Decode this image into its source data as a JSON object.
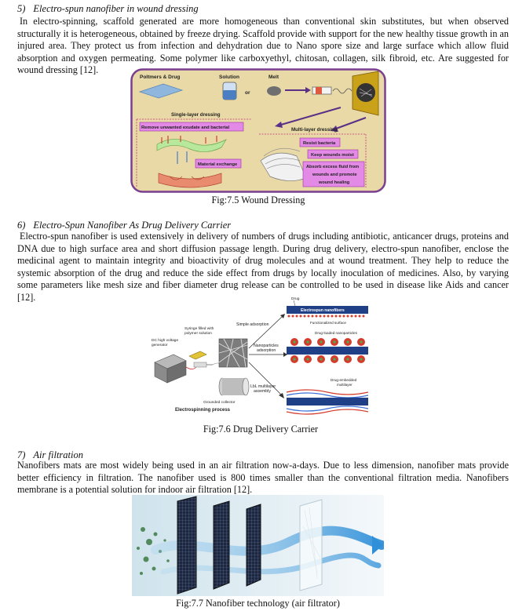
{
  "sections": [
    {
      "number": "5)",
      "title": "Electro-spun nanofiber in wound dressing",
      "text": "In electro-spinning, scaffold generated are more homogeneous than conventional skin substitutes, but when observed structurally it is heterogeneous, obtained by freeze drying. Scaffold provide with support for the new healthy tissue growth in an injured area. They protect us from infection and dehydration due to Nano spore size and large surface which allow fluid absorption and oxygen permeating. Some polymer like carboxyethyl, chitosan, collagen, silk fibroid, etc. Are suggested for wound dressing [12].",
      "caption": "Fig:7.5 Wound Dressing"
    },
    {
      "number": "6)",
      "title": "Electro-Spun Nanofiber As Drug Delivery Carrier",
      "text": "Electro-spun nanofiber is used extensively in delivery of numbers of drugs including antibiotic, anticancer drugs, proteins and DNA due to high surface area and short diffusion passage length. During drug delivery, electro-spun nanofiber, enclose the medicinal agent to maintain integrity and bioactivity of drug molecules and at wound treatment. They help to reduce the systemic absorption of the drug and reduce the side effect from drugs by locally inoculation of medicines. Also, by varying some parameters like mesh size and fiber diameter drug release can be controlled to be used in disease like Aids and cancer [12].",
      "caption": "Fig:7.6 Drug Delivery Carrier"
    },
    {
      "number": "7)",
      "title": "Air filtration",
      "text": "Nanofibers mats are most widely being used in an air filtration now-a-days. Due to less dimension, nanofiber mats provide better efficiency in filtration. The nanofiber used is 800 times smaller than the conventional filtration media. Nanofibers membrane is a potential solution for indoor air filtration [12].",
      "caption": "Fig:7.7 Nanofiber technology (air filtrator)"
    }
  ],
  "fig75": {
    "polymers_drug": "Poltmers & Drug",
    "solution": "Solution",
    "or": "or",
    "melt": "Melt",
    "single_layer": "Single-layer dressing",
    "remove_exudate": "Remove unwanted exudate and bacterial",
    "material_exchange": "Material exchange",
    "multi_layer": "Multi-layer dressing",
    "resist_bacteria": "Resist bacteria",
    "keep_moist": "Keep wounds moist",
    "absorb_1": "Absorb excess fluid from",
    "absorb_2": "wounds and promote",
    "absorb_3": "wound healing"
  },
  "fig76": {
    "drug": "Drug",
    "electrospun_nanofibers": "Electrospun nanofibers",
    "simple_adsorption": "Simple adsorption",
    "functionalized_surface": "Functionalized surface",
    "syringe_1": "Syringe filled with",
    "syringe_2": "polymer solution",
    "dc_1": "DC high voltage",
    "dc_2": "generator",
    "nanoparticles_1": "Nanoparticles",
    "nanoparticles_2": "adsorption",
    "drug_loaded": "Drug-loaded nanoparticles",
    "lbl_1": "LbL multilayer",
    "lbl_2": "assembly",
    "drug_embedded_1": "Drug-embedded",
    "drug_embedded_2": "multilayer",
    "grounded_collector": "Grounded collector",
    "electrospinning_process": "Electrospinning process"
  },
  "colors": {
    "fig75_bg": "#e9d9a6",
    "fig75_border": "#7a3f8f",
    "magenta_box": "#e38ae6",
    "arrow_purple": "#5a2f86",
    "nanofiber_bar": "#1f3f86",
    "drug_red": "#d43c2c",
    "air_blue": "#2f8fd8"
  }
}
